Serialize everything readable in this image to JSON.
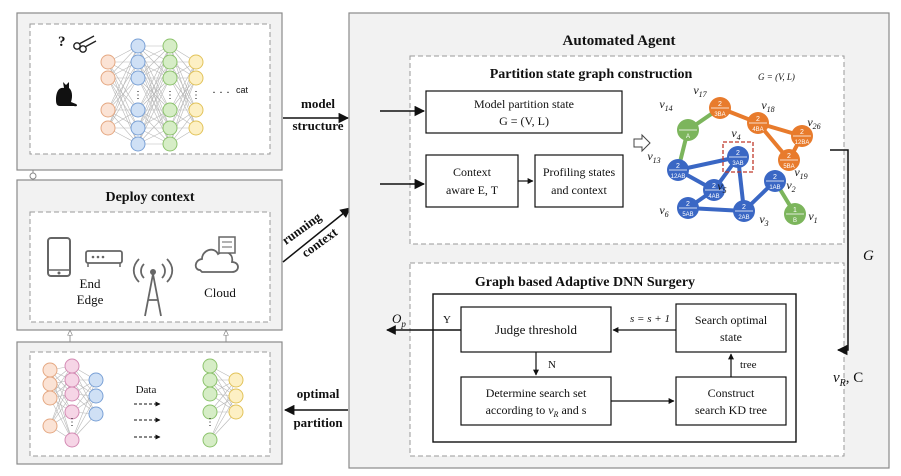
{
  "left_panel": {
    "top_question": "?",
    "cat_label": "cat",
    "ellipsis": "· · ·",
    "deploy_title": "Deploy context",
    "device_labels": {
      "end": "End",
      "edge": "Edge",
      "cloud": "Cloud"
    },
    "data_label": "Data"
  },
  "arrows": {
    "model_structure": [
      "model",
      "structure"
    ],
    "running_context": [
      "running",
      "context"
    ],
    "optimal_partition": [
      "optimal",
      "partition"
    ],
    "output_symbol": "O",
    "output_sub": "p",
    "G_right": "G",
    "vR_C": "v",
    "vR_C_sub": "R",
    "vR_C_tail": ", C"
  },
  "agent": {
    "title": "Automated Agent",
    "construction": {
      "title": "Partition state graph construction",
      "graph_formula": "G = (V, L)",
      "model_partition_state": [
        "Model partition state",
        "G = (V, L)"
      ],
      "context_aware": [
        "Context",
        "aware E, T"
      ],
      "profiling": [
        "Profiling states",
        "and context"
      ]
    },
    "surgery": {
      "title": "Graph based Adaptive DNN Surgery",
      "judge": "Judge threshold",
      "search_optimal": [
        "Search  optimal",
        "state"
      ],
      "determine": [
        "Determine search set",
        "according to v_R and s"
      ],
      "construct": [
        "Construct",
        "search KD tree"
      ],
      "s_update": "s = s + 1",
      "Y": "Y",
      "N": "N",
      "tree": "tree"
    }
  },
  "graph": {
    "nodes": [
      {
        "id": "v14",
        "label": "v",
        "sub": "14",
        "top": "",
        "bottom": "A",
        "color": "#7cb55c"
      },
      {
        "id": "v17",
        "label": "v",
        "sub": "17",
        "top": "2",
        "bottom": "3BA",
        "color": "#e87b2c"
      },
      {
        "id": "v18",
        "label": "v",
        "sub": "18",
        "top": "2",
        "bottom": "4BA",
        "color": "#e87b2c"
      },
      {
        "id": "v26",
        "label": "v",
        "sub": "26",
        "top": "2",
        "bottom": "12BA",
        "color": "#e87b2c"
      },
      {
        "id": "v19",
        "label": "v",
        "sub": "19",
        "top": "2",
        "bottom": "5BA",
        "color": "#e87b2c"
      },
      {
        "id": "v4",
        "label": "v",
        "sub": "4",
        "top": "2",
        "bottom": "3AB",
        "color": "#3a67c4"
      },
      {
        "id": "v13",
        "label": "v",
        "sub": "13",
        "top": "2",
        "bottom": "12AB",
        "color": "#3a67c4"
      },
      {
        "id": "v5",
        "label": "v",
        "sub": "5",
        "top": "2",
        "bottom": "4AB",
        "color": "#3a67c4"
      },
      {
        "id": "v2",
        "label": "v",
        "sub": "2",
        "top": "2",
        "bottom": "1AB",
        "color": "#3a67c4"
      },
      {
        "id": "v6",
        "label": "v",
        "sub": "6",
        "top": "2",
        "bottom": "5AB",
        "color": "#3a67c4"
      },
      {
        "id": "v3",
        "label": "v",
        "sub": "3",
        "top": "2",
        "bottom": "2AB",
        "color": "#3a67c4"
      },
      {
        "id": "v1",
        "label": "v",
        "sub": "1",
        "top": "1",
        "bottom": "B",
        "color": "#7cb55c"
      }
    ]
  },
  "colors": {
    "panel_bg": "#f2f2f2",
    "border_dashed": "#9a9a9a",
    "orange": "#e87b2c",
    "blue": "#3a67c4",
    "green": "#7cb55c",
    "highlight": "#c0392b"
  }
}
